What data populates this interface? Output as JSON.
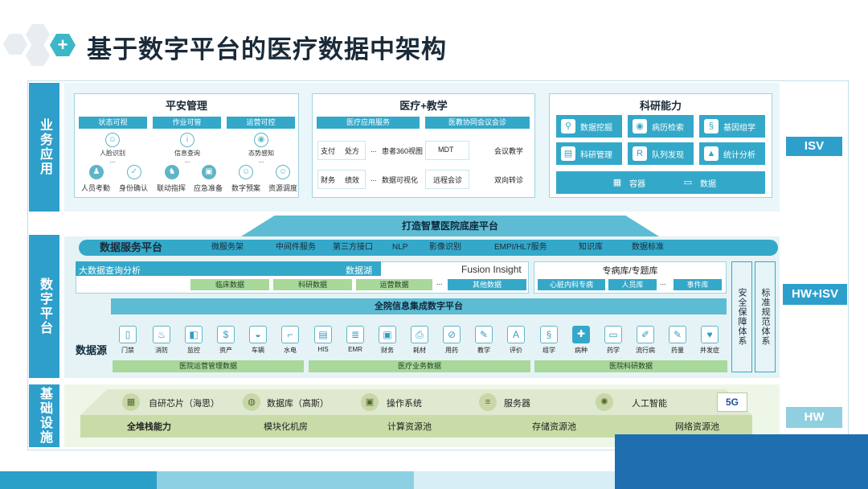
{
  "title": "基于数字平台的医疗数据中架构",
  "plus_symbol": "+",
  "layers": {
    "business": "业务应用",
    "digital": "数字平台",
    "infra": "基础设施"
  },
  "right_badges": {
    "isv": "ISV",
    "hwisv": "HW+ISV",
    "hw": "HW"
  },
  "safe": {
    "title": "平安管理",
    "chips": [
      "状态可视",
      "作业可管",
      "运营可控"
    ],
    "row1": [
      "人脸识别",
      "信息查询",
      "态势感知"
    ],
    "ellipsis": "...",
    "row2": [
      "人员考勤",
      "身份确认",
      "联动指挥",
      "应急准备",
      "数字预案",
      "资源调度"
    ]
  },
  "edu": {
    "title": "医疗+教学",
    "chips": [
      "医疗应用服务",
      "医教协同会议会诊"
    ],
    "row1": [
      "支付",
      "处方",
      "...",
      "患者360视图",
      "MDT",
      "会议教学"
    ],
    "row2": [
      "财务",
      "绩效",
      "...",
      "数据可视化",
      "远程会诊",
      "双向转诊"
    ]
  },
  "research": {
    "title": "科研能力",
    "items": [
      "数据挖掘",
      "病历检索",
      "基因组学",
      "科研管理",
      "队列发现",
      "统计分析"
    ],
    "bottom": [
      "容器",
      "数据"
    ]
  },
  "banner": "打造智慧医院底座平台",
  "service": {
    "title": "数据服务平台",
    "items": [
      "微服务架",
      "中间件服务",
      "第三方接口",
      "NLP",
      "影像识别",
      "EMPI/HL7服务",
      "知识库",
      "数据标准"
    ]
  },
  "lake": {
    "left_title": "大数据查询分析",
    "lake_label": "数据湖",
    "fusion": "Fusion Insight",
    "buttons": [
      "临床数据",
      "科研数据",
      "运营数据"
    ],
    "ellipsis": "...",
    "other": "其他数据",
    "special_title": "专病库/专题库",
    "special_items": [
      "心脏内科专病",
      "人员库",
      "事件库"
    ],
    "special_ellipsis": "..."
  },
  "integration": "全院信息集成数字平台",
  "datasource": {
    "label": "数据源",
    "items": [
      "门禁",
      "消防",
      "监控",
      "资产",
      "车辆",
      "水电",
      "HIS",
      "EMR",
      "财务",
      "耗材",
      "用药",
      "教学",
      "评价",
      "组学",
      "病种",
      "药学",
      "流行病",
      "药量",
      "并发症"
    ],
    "groups": [
      "医院运营管理数据",
      "医疗业务数据",
      "医院科研数据"
    ]
  },
  "side_boxes": [
    "安全保障体系",
    "标准规范体系"
  ],
  "infra": {
    "top": [
      "自研芯片（海思）",
      "数据库（高斯）",
      "操作系统",
      "服务器",
      "人工智能"
    ],
    "badge": "5G",
    "bottom": [
      "全堆栈能力",
      "模块化机房",
      "计算资源池",
      "存储资源池",
      "网络资源池"
    ]
  },
  "colors": {
    "accent": "#2e9fcb",
    "chip": "#34a8c9",
    "green": "#a8d89a",
    "band": "#d9eef4"
  }
}
